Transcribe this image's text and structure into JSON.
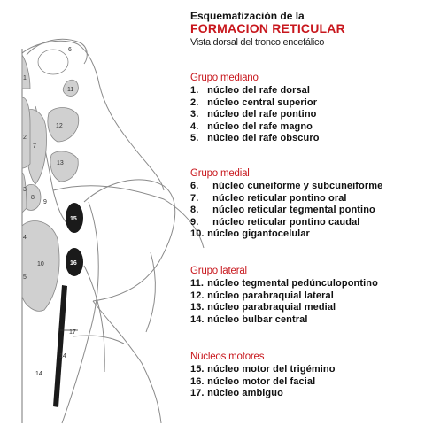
{
  "header": {
    "title_line1": "Esquematización de la",
    "title_line2": "FORMACION RETICULAR",
    "subtitle": "Vista dorsal del tronco encefálico"
  },
  "groups": [
    {
      "title": "Grupo mediano",
      "items": [
        {
          "n": "1.",
          "label": "núcleo del rafe dorsal"
        },
        {
          "n": "2.",
          "label": "núcleo central superior"
        },
        {
          "n": "3.",
          "label": "núcleo del rafe pontino"
        },
        {
          "n": "4.",
          "label": "núcleo del rafe magno"
        },
        {
          "n": "5.",
          "label": "núcleo del rafe obscuro"
        }
      ]
    },
    {
      "title": "Grupo medial",
      "items": [
        {
          "n": "6.",
          "label": "núcleo cuneiforme y subcuneiforme"
        },
        {
          "n": "7.",
          "label": "núcleo reticular pontino oral"
        },
        {
          "n": "8.",
          "label": "núcleo reticular tegmental pontino"
        },
        {
          "n": "9.",
          "label": "núcleo reticular pontino caudal"
        },
        {
          "n": "10.",
          "label": "núcleo gigantocelular"
        }
      ]
    },
    {
      "title": "Grupo lateral",
      "items": [
        {
          "n": "11.",
          "label": "núcleo tegmental pedúnculopontino"
        },
        {
          "n": "12.",
          "label": "núcleo parabraquial lateral"
        },
        {
          "n": "13.",
          "label": "núcleo parabraquial medial"
        },
        {
          "n": "14.",
          "label": "núcleo bulbar central"
        }
      ]
    },
    {
      "title": "Núcleos motores",
      "items": [
        {
          "n": "15.",
          "label": "núcleo motor del trigémino"
        },
        {
          "n": "16.",
          "label": "núcleo motor del facial"
        },
        {
          "n": "17.",
          "label": "núcleo ambiguo"
        }
      ]
    }
  ],
  "diagram_labels": {
    "l1": "1",
    "l2": "2",
    "l3": "3",
    "l4": "4",
    "l5": "5",
    "l6": "6",
    "l7": "7",
    "l8": "8",
    "l9": "9",
    "l10": "10",
    "l11": "11",
    "l12": "12",
    "l13": "13",
    "l14a": "14",
    "l14b": "14",
    "l15": "15",
    "l16": "16",
    "l17": "17"
  }
}
